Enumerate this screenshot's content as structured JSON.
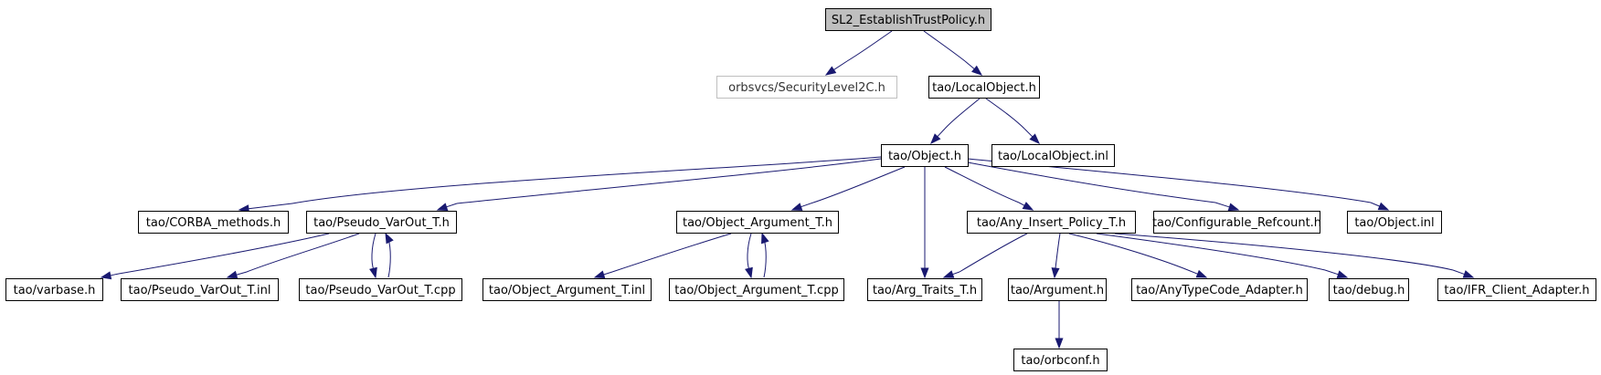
{
  "graph": {
    "colors": {
      "edge": "#191970",
      "root_fill": "#bfbfbf",
      "node_border": "#000000",
      "missing_border": "#bfbfbf"
    },
    "nodes": [
      {
        "id": "n0",
        "label": "SL2_EstablishTrustPolicy.h",
        "kind": "root"
      },
      {
        "id": "n1",
        "label": "orbsvcs/SecurityLevel2C.h",
        "kind": "missing"
      },
      {
        "id": "n2",
        "label": "tao/LocalObject.h",
        "kind": "normal"
      },
      {
        "id": "n3",
        "label": "tao/Object.h",
        "kind": "normal"
      },
      {
        "id": "n4",
        "label": "tao/LocalObject.inl",
        "kind": "normal"
      },
      {
        "id": "n5",
        "label": "tao/CORBA_methods.h",
        "kind": "normal"
      },
      {
        "id": "n6",
        "label": "tao/Pseudo_VarOut_T.h",
        "kind": "normal"
      },
      {
        "id": "n7",
        "label": "tao/Object_Argument_T.h",
        "kind": "normal"
      },
      {
        "id": "n8",
        "label": "tao/Any_Insert_Policy_T.h",
        "kind": "normal"
      },
      {
        "id": "n9",
        "label": "tao/Configurable_Refcount.h",
        "kind": "normal"
      },
      {
        "id": "n10",
        "label": "tao/Object.inl",
        "kind": "normal"
      },
      {
        "id": "n11",
        "label": "tao/varbase.h",
        "kind": "normal"
      },
      {
        "id": "n12",
        "label": "tao/Pseudo_VarOut_T.inl",
        "kind": "normal"
      },
      {
        "id": "n13",
        "label": "tao/Pseudo_VarOut_T.cpp",
        "kind": "normal"
      },
      {
        "id": "n14",
        "label": "tao/Object_Argument_T.inl",
        "kind": "normal"
      },
      {
        "id": "n15",
        "label": "tao/Object_Argument_T.cpp",
        "kind": "normal"
      },
      {
        "id": "n16",
        "label": "tao/Arg_Traits_T.h",
        "kind": "normal"
      },
      {
        "id": "n17",
        "label": "tao/Argument.h",
        "kind": "normal"
      },
      {
        "id": "n18",
        "label": "tao/AnyTypeCode_Adapter.h",
        "kind": "normal"
      },
      {
        "id": "n19",
        "label": "tao/debug.h",
        "kind": "normal"
      },
      {
        "id": "n20",
        "label": "tao/IFR_Client_Adapter.h",
        "kind": "normal"
      },
      {
        "id": "n21",
        "label": "tao/orbconf.h",
        "kind": "normal"
      }
    ],
    "edges": [
      {
        "from": "n0",
        "to": "n1"
      },
      {
        "from": "n0",
        "to": "n2"
      },
      {
        "from": "n2",
        "to": "n3"
      },
      {
        "from": "n2",
        "to": "n4"
      },
      {
        "from": "n3",
        "to": "n5"
      },
      {
        "from": "n3",
        "to": "n6"
      },
      {
        "from": "n3",
        "to": "n7"
      },
      {
        "from": "n3",
        "to": "n16"
      },
      {
        "from": "n3",
        "to": "n8"
      },
      {
        "from": "n3",
        "to": "n9"
      },
      {
        "from": "n3",
        "to": "n10"
      },
      {
        "from": "n6",
        "to": "n11"
      },
      {
        "from": "n6",
        "to": "n12"
      },
      {
        "from": "n6",
        "to": "n13"
      },
      {
        "from": "n13",
        "to": "n6"
      },
      {
        "from": "n7",
        "to": "n14"
      },
      {
        "from": "n7",
        "to": "n15"
      },
      {
        "from": "n15",
        "to": "n7"
      },
      {
        "from": "n8",
        "to": "n16"
      },
      {
        "from": "n8",
        "to": "n17"
      },
      {
        "from": "n8",
        "to": "n18"
      },
      {
        "from": "n8",
        "to": "n19"
      },
      {
        "from": "n8",
        "to": "n20"
      },
      {
        "from": "n17",
        "to": "n21"
      }
    ]
  }
}
